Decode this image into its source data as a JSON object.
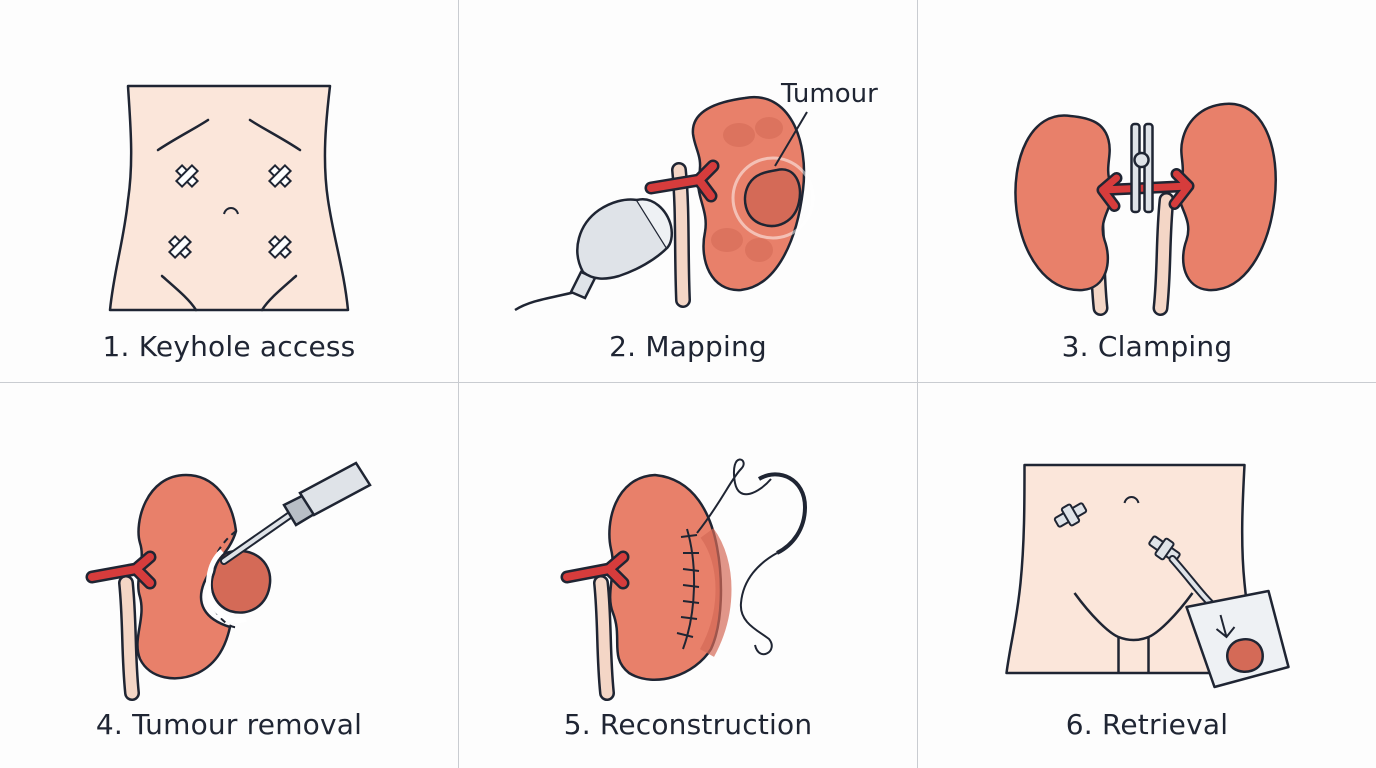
{
  "steps": [
    {
      "label": "1. Keyhole access"
    },
    {
      "label": "2. Mapping",
      "callout": "Tumour"
    },
    {
      "label": "3. Clamping"
    },
    {
      "label": "4. Tumour removal"
    },
    {
      "label": "5. Reconstruction"
    },
    {
      "label": "6. Retrieval"
    }
  ],
  "colors": {
    "kidney": "#e8806a",
    "kidney_dark": "#d46a57",
    "artery": "#d63c3c",
    "ureter": "#f4d6c6",
    "skin": "#fbe6da",
    "outline": "#1f2533",
    "divider": "#c9ccd1",
    "instrument": "#dfe3e8"
  }
}
